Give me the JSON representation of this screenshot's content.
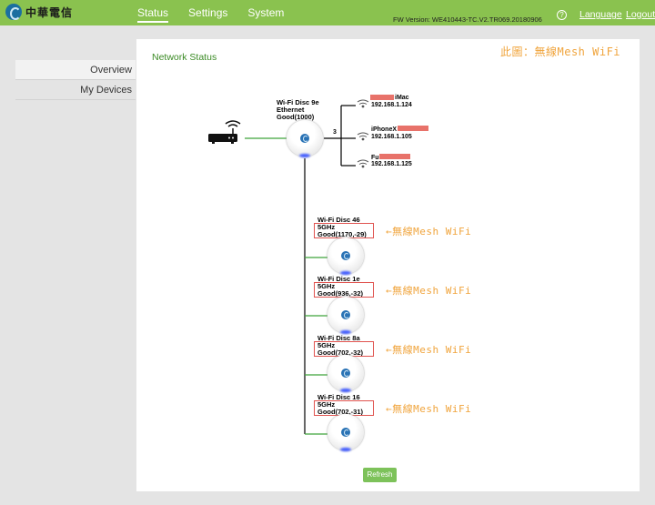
{
  "header": {
    "logo_text": "中華電信",
    "nav": [
      {
        "label": "Status",
        "active": true
      },
      {
        "label": "Settings",
        "active": false
      },
      {
        "label": "System",
        "active": false
      }
    ],
    "fw_version": "FW Version: WE410443-TC.V2.TR069.20180906",
    "help_glyph": "?",
    "language": "Language",
    "logout": "Logout"
  },
  "sidebar": {
    "items": [
      {
        "label": "Overview",
        "active": true
      },
      {
        "label": "My Devices",
        "active": false
      }
    ]
  },
  "main": {
    "title": "Network Status",
    "title_annotation": "此圖：無線Mesh WiFi",
    "root": {
      "name": "Wi-Fi Disc 9e",
      "link": "Ethernet",
      "quality": "Good(1000)"
    },
    "client_count": "3",
    "clients": [
      {
        "name": "iMac",
        "ip": "192.168.1.124"
      },
      {
        "name": "iPhoneX",
        "ip": "192.168.1.105"
      },
      {
        "name": "Fu",
        "ip": "192.168.1.125"
      }
    ],
    "satellites": [
      {
        "name": "Wi-Fi Disc 46",
        "band": "5GHz",
        "quality": "Good(1170,-29)"
      },
      {
        "name": "Wi-Fi Disc 1e",
        "band": "5GHz",
        "quality": "Good(936,-32)"
      },
      {
        "name": "Wi-Fi Disc 8a",
        "band": "5GHz",
        "quality": "Good(702,-32)"
      },
      {
        "name": "Wi-Fi Disc 16",
        "band": "5GHz",
        "quality": "Good(702,-31)"
      }
    ],
    "mesh_annotation": "←無線Mesh WiFi",
    "refresh_label": "Refresh"
  },
  "colors": {
    "header_bg": "#8ac24f",
    "accent_green": "#3a8a24",
    "annotation": "#f0a43c",
    "highlight_red": "#e0534f"
  }
}
